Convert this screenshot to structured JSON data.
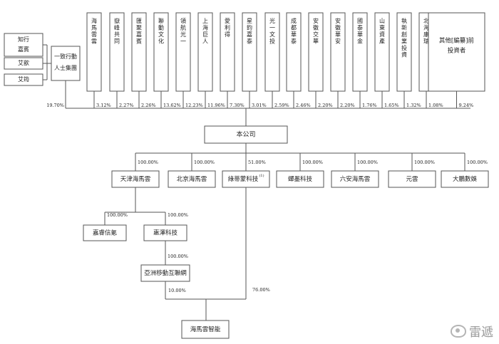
{
  "investors": [
    {
      "name": "海馬雲雲",
      "pct": "3.12%"
    },
    {
      "name": "嶽峰共同",
      "pct": "2.27%"
    },
    {
      "name": "匯聚嘉賓",
      "pct": "2.26%"
    },
    {
      "name": "聯動文化",
      "pct": "13.62%"
    },
    {
      "name": "領航光一",
      "pct": "12.23%"
    },
    {
      "name": "上海巨人",
      "pct": "11.96%"
    },
    {
      "name": "愛利得",
      "pct": "7.30%"
    },
    {
      "name": "星鈞嘉泰",
      "pct": "3.01%"
    },
    {
      "name": "光一文投",
      "pct": "2.59%"
    },
    {
      "name": "成都華泰",
      "pct": "2.46%"
    },
    {
      "name": "安徽交華",
      "pct": "2.20%"
    },
    {
      "name": "安徽華安",
      "pct": "2.20%"
    },
    {
      "name": "國泰華金",
      "pct": "1.76%"
    },
    {
      "name": "山東資產",
      "pct": "1.65%"
    },
    {
      "name": "執新創業投資",
      "pct": "1.32%"
    },
    {
      "name": "北海康瑞",
      "pct": "1.08%"
    }
  ],
  "other_investors": {
    "name": "其他[編纂]前投資者",
    "pct": "9.24%"
  },
  "concert_members": [
    "知行嘉賓",
    "艾歆",
    "艾筠"
  ],
  "concert_group": {
    "name": "一致行動人士集團",
    "pct": "19.70%"
  },
  "company": "本公司",
  "subsidiaries": [
    {
      "name": "天津海馬雲",
      "pct": "100.00%"
    },
    {
      "name": "北京海馬雲",
      "pct": "100.00%"
    },
    {
      "name": "綠蒂蒙科技",
      "note": "(1)",
      "pct": "51.00%"
    },
    {
      "name": "蟬墨科技",
      "pct": "100.00%"
    },
    {
      "name": "六安海馬雲",
      "pct": "100.00%"
    },
    {
      "name": "元雲",
      "pct": "100.00%"
    },
    {
      "name": "大鵬數娛",
      "pct": "100.00%"
    }
  ],
  "tianjin_children": [
    {
      "name": "嘉睿信氪",
      "pct": "100.00%"
    },
    {
      "name": "惠澤科技",
      "pct": "100.00%"
    }
  ],
  "huize_child": {
    "name": "亞洲移動互聯網",
    "pct": "100.00%"
  },
  "bottom_entity": {
    "name": "海馬雲智能",
    "pct_from_asia": "10.00%",
    "pct_from_lvdi": "76.00%"
  },
  "watermark": "雷遞"
}
